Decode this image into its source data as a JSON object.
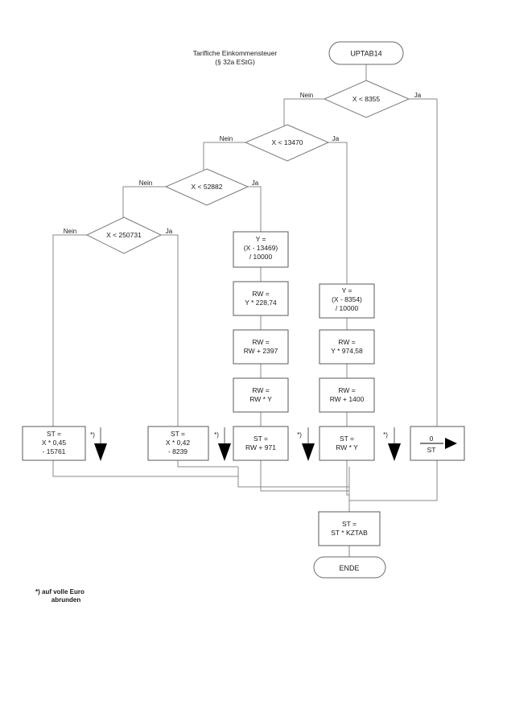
{
  "diagram": {
    "title_line1": "Tarifliche Einkommensteuer",
    "title_line2": "(§ 32a EStG)",
    "start": "UPTAB14",
    "end": "ENDE",
    "footnote_line1": "*) auf volle Euro",
    "footnote_line2": "abrunden",
    "star_marker": "*)",
    "yes_label": "Ja",
    "no_label": "Nein",
    "decisions": [
      {
        "id": "d1",
        "text": "X < 8355"
      },
      {
        "id": "d2",
        "text": "X < 13470"
      },
      {
        "id": "d3",
        "text": "X < 52882"
      },
      {
        "id": "d4",
        "text": "X < 250731"
      }
    ],
    "processes": [
      {
        "id": "p_mid1",
        "line1": "Y =",
        "line2": "(X - 13469)",
        "line3": "/ 10000"
      },
      {
        "id": "p_mid2",
        "line1": "RW =",
        "line2": "Y * 228,74",
        "line3": ""
      },
      {
        "id": "p_mid3",
        "line1": "RW =",
        "line2": "RW + 2397",
        "line3": ""
      },
      {
        "id": "p_mid4",
        "line1": "RW =",
        "line2": "RW * Y",
        "line3": ""
      },
      {
        "id": "p_mid5",
        "line1": "ST =",
        "line2": "RW + 971",
        "line3": ""
      },
      {
        "id": "p_right1",
        "line1": "Y =",
        "line2": "(X - 8354)",
        "line3": "/ 10000"
      },
      {
        "id": "p_right2",
        "line1": "RW =",
        "line2": "Y * 974,58",
        "line3": ""
      },
      {
        "id": "p_right3",
        "line1": "RW =",
        "line2": "RW + 1400",
        "line3": ""
      },
      {
        "id": "p_right4",
        "line1": "ST =",
        "line2": "RW * Y",
        "line3": ""
      },
      {
        "id": "p_left1",
        "line1": "ST =",
        "line2": "X * 0,45",
        "line3": "- 15761"
      },
      {
        "id": "p_left2",
        "line1": "ST =",
        "line2": "X * 0,42",
        "line3": "- 8239"
      },
      {
        "id": "p_final",
        "line1": "ST =",
        "line2": "ST * KZTAB",
        "line3": ""
      }
    ],
    "assignment": {
      "numerator": "0",
      "denominator": "ST"
    },
    "colors": {
      "background": "#ffffff",
      "node_stroke": "#7a7a7a",
      "connector_stroke": "#8a8a8a",
      "text": "#1a1a1a",
      "arrow_fill": "#000000"
    }
  }
}
